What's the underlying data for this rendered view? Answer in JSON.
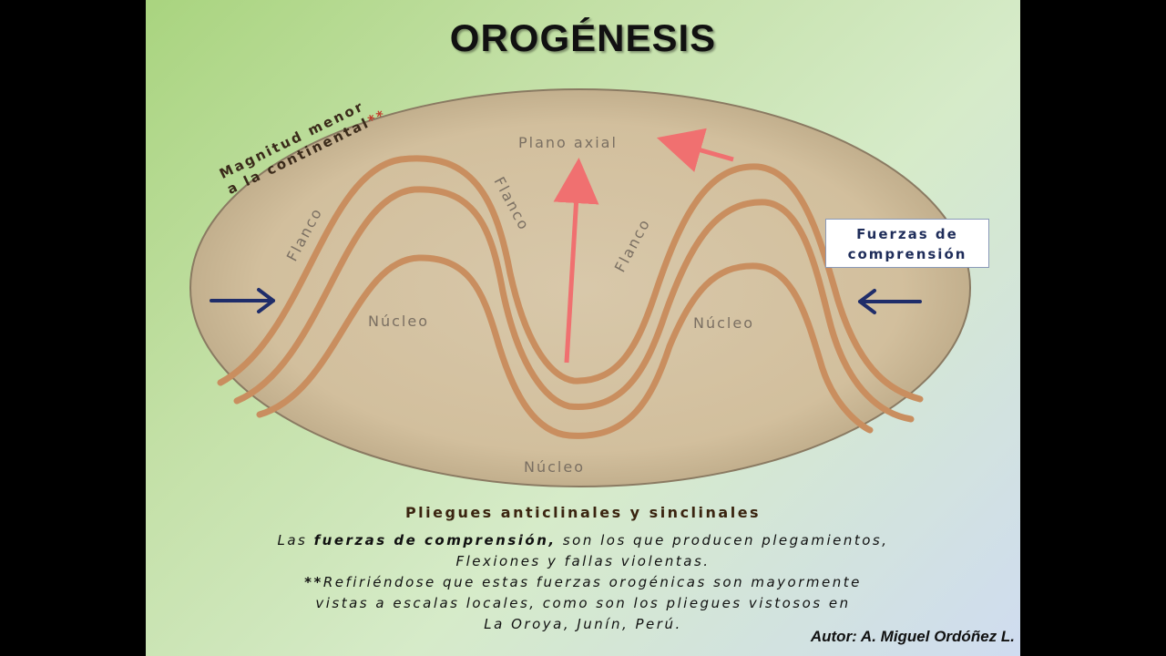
{
  "title": "OROGÉNESIS",
  "magnitude_label": {
    "line1": "Magnitud menor",
    "line2": "a la continental",
    "marker": "**"
  },
  "diagram_labels": {
    "plano_axial": "Plano axial",
    "flanco": "Flanco",
    "nucleo": "Núcleo"
  },
  "fuerzas_box": {
    "line1": "Fuerzas de",
    "line2": "comprensión"
  },
  "subtitle": "Pliegues anticlinales y sinclinales",
  "body": {
    "line1_pre": "Las ",
    "line1_bold": "fuerzas de comprensión,",
    "line1_post": " son los que producen plegamientos,",
    "line2": "Flexiones y fallas violentas.",
    "line3_marker": "**",
    "line3": "Refiriéndose que estas fuerzas orogénicas son mayormente",
    "line4": "vistas a escalas locales, como son los pliegues vistosos en",
    "line5": "La Oroya, Junín, Perú."
  },
  "author": "Autor: A. Miguel Ordóñez L.",
  "colors": {
    "fold": "#c98e5f",
    "ellipse_fill": "#d9c7a8",
    "red_arrow": "#f07070",
    "blue_arrow": "#1f2d6a"
  }
}
